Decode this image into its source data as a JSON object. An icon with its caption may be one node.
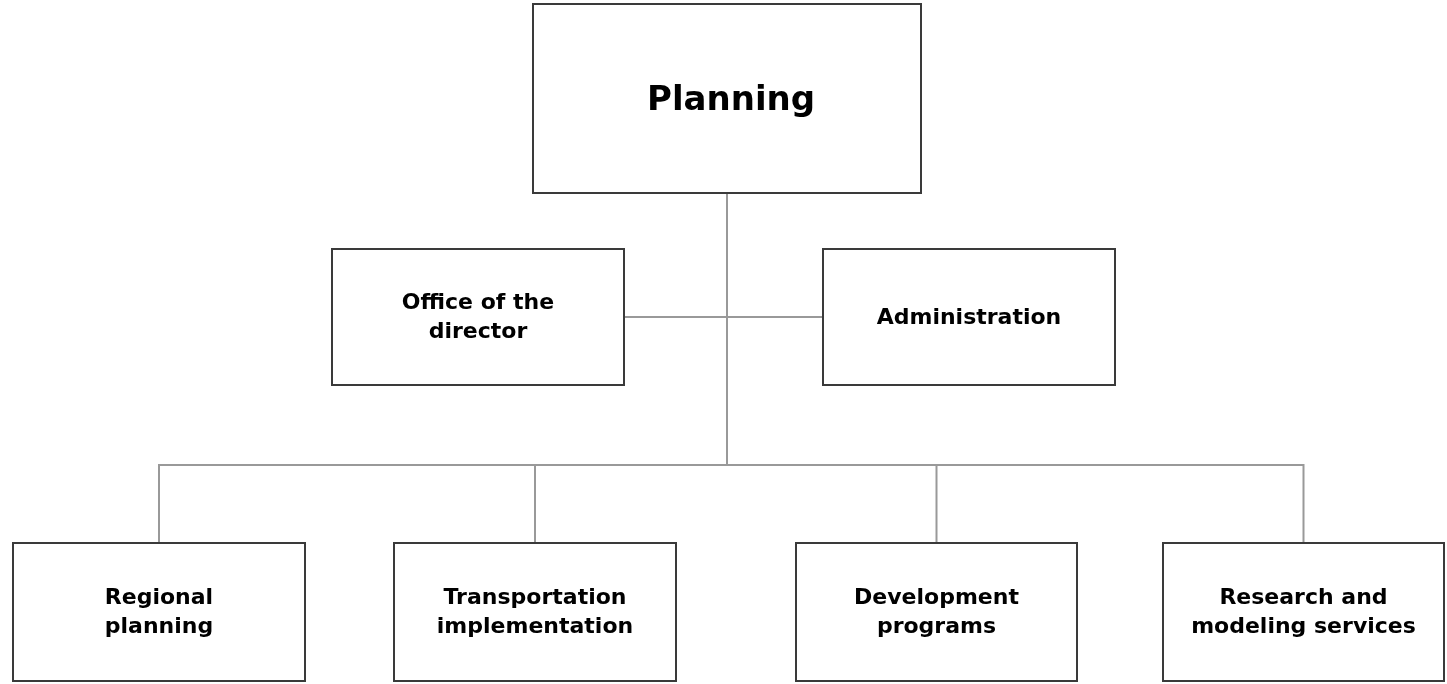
{
  "diagram": {
    "nodes": [
      {
        "text": [
          "Planning"
        ]
      },
      {
        "text": [
          "Office of the director"
        ]
      },
      {
        "text": [
          "Administration"
        ]
      },
      {
        "text": [
          "Regional planning"
        ]
      },
      {
        "text": [
          "Transportation implementation"
        ]
      },
      {
        "text": [
          "Development programs"
        ]
      },
      {
        "text": [
          "Research and modeling services"
        ]
      }
    ],
    "edges": [
      {
        "from": 0,
        "to": 1,
        "arrow": "none"
      },
      {
        "from": 0,
        "to": 2,
        "arrow": "none"
      },
      {
        "from": 0,
        "to": 3,
        "arrow": "none"
      },
      {
        "from": 0,
        "to": 4,
        "arrow": "none"
      },
      {
        "from": 0,
        "to": 5,
        "arrow": "none"
      },
      {
        "from": 0,
        "to": 6,
        "arrow": "none"
      }
    ]
  }
}
